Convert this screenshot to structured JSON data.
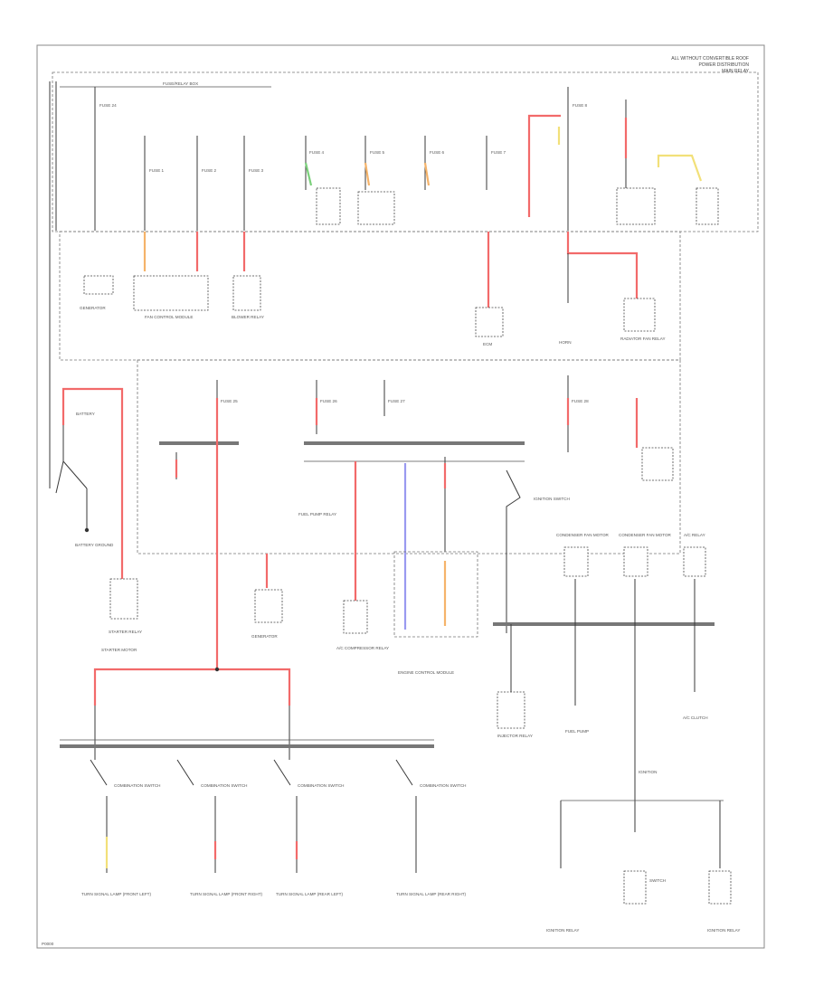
{
  "header": {
    "line1": "ALL WITHOUT CONVERTIBLE ROOF",
    "line2": "POWER DISTRIBUTION",
    "line3": "MAIN RELAY"
  },
  "footer_tag": "P0000",
  "colors": {
    "battery_feed": "#f26a6a",
    "orange_wire": "#f5b36a",
    "yellow_wire": "#f2e079",
    "green_wire": "#7bd07b",
    "blue_wire": "#9a9af0",
    "wire": "#3a3a3a"
  },
  "top_section": {
    "fuse_box_label": "FUSE/RELAY BOX",
    "fuses": [
      {
        "label": "FUSE 24"
      },
      {
        "label": "FUSE 1"
      },
      {
        "label": "FUSE 2"
      },
      {
        "label": "FUSE 3"
      },
      {
        "label": "FUSE 4"
      },
      {
        "label": "FUSE 5"
      },
      {
        "label": "FUSE 6"
      },
      {
        "label": "FUSE 7"
      },
      {
        "label": "FUSE 8"
      }
    ],
    "components": [
      {
        "label": "GENERATOR"
      },
      {
        "label": "FAN CONTROL MODULE"
      },
      {
        "label": "BLOWER RELAY"
      },
      {
        "label": "ECM"
      },
      {
        "label": "HORN"
      },
      {
        "label": "RADIATOR FAN RELAY"
      }
    ]
  },
  "middle_section": {
    "battery_label": "BATTERY",
    "ground_label": "BATTERY GROUND",
    "starter_label": "STARTER MOTOR",
    "starter_relay_label": "STARTER RELAY",
    "fuses": [
      {
        "label": "FUSE 25"
      },
      {
        "label": "FUSE 26"
      },
      {
        "label": "FUSE 27"
      },
      {
        "label": "FUSE 28"
      }
    ],
    "components": [
      {
        "label": "GENERATOR"
      },
      {
        "label": "FUEL PUMP RELAY"
      },
      {
        "label": "A/C COMPRESSOR RELAY"
      },
      {
        "label": "ENGINE CONTROL MODULE"
      },
      {
        "label": "IGNITION SWITCH"
      }
    ]
  },
  "right_section": {
    "components": [
      {
        "label": "CONDENSER FAN MOTOR"
      },
      {
        "label": "CONDENSER FAN MOTOR"
      },
      {
        "label": "A/C RELAY"
      },
      {
        "label": "INJECTOR RELAY"
      },
      {
        "label": "FUEL PUMP"
      },
      {
        "label": "A/C CLUTCH"
      },
      {
        "label": "IGNITION"
      },
      {
        "label": "IGNITION RELAY"
      },
      {
        "label": "SWITCH"
      },
      {
        "label": "IGNITION RELAY"
      }
    ]
  },
  "bottom_section": {
    "switches": [
      {
        "label": "COMBINATION SWITCH"
      },
      {
        "label": "COMBINATION SWITCH"
      },
      {
        "label": "COMBINATION SWITCH"
      },
      {
        "label": "COMBINATION SWITCH"
      }
    ],
    "loads": [
      {
        "label": "TURN SIGNAL LAMP (FRONT LEFT)"
      },
      {
        "label": "TURN SIGNAL LAMP (FRONT RIGHT)"
      },
      {
        "label": "TURN SIGNAL LAMP (REAR LEFT)"
      },
      {
        "label": "TURN SIGNAL LAMP (REAR RIGHT)"
      }
    ]
  }
}
